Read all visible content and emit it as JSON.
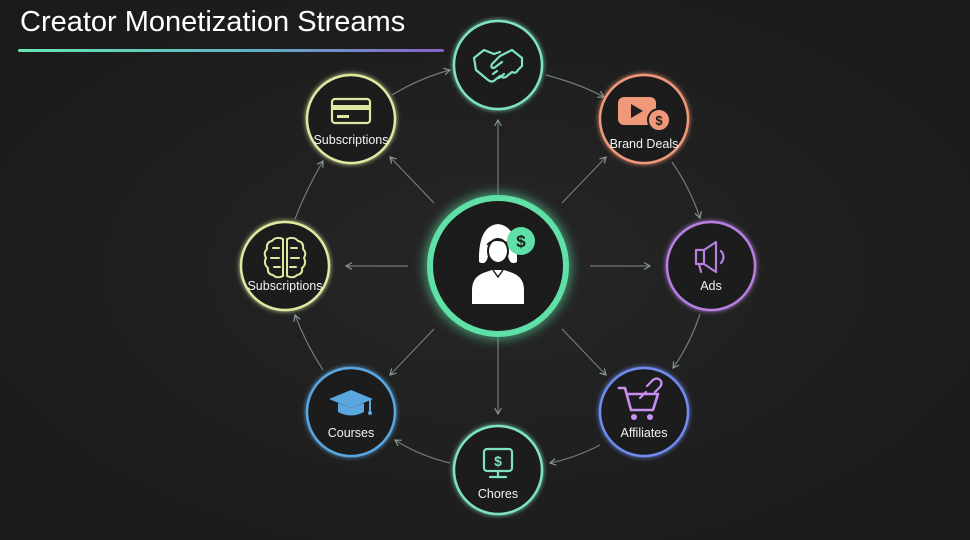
{
  "header": {
    "title": "Creator Monetization Streams"
  },
  "center": {
    "icon": "creator-with-dollar-icon",
    "color": "#5fe0a6"
  },
  "nodes": [
    {
      "label": "",
      "icon": "handshake-icon",
      "color": "#7fe3c0"
    },
    {
      "label": "Brand Deals",
      "icon": "video-dollar-icon",
      "color": "#f0987a"
    },
    {
      "label": "Ads",
      "icon": "megaphone-icon",
      "color": "#b77fe0"
    },
    {
      "label": "Affiliates",
      "icon": "shopping-cart-link-icon",
      "color": "#6f8cf0"
    },
    {
      "label": "Chores",
      "icon": "monitor-dollar-icon",
      "color": "#7fe3c0"
    },
    {
      "label": "Courses",
      "icon": "graduation-cap-icon",
      "color": "#5aa7e0"
    },
    {
      "label": "Subscriptions",
      "icon": "brain-icon",
      "color": "#dfe8a0"
    },
    {
      "label": "Subscriptions",
      "icon": "credit-card-icon",
      "color": "#dfe8a0"
    }
  ]
}
